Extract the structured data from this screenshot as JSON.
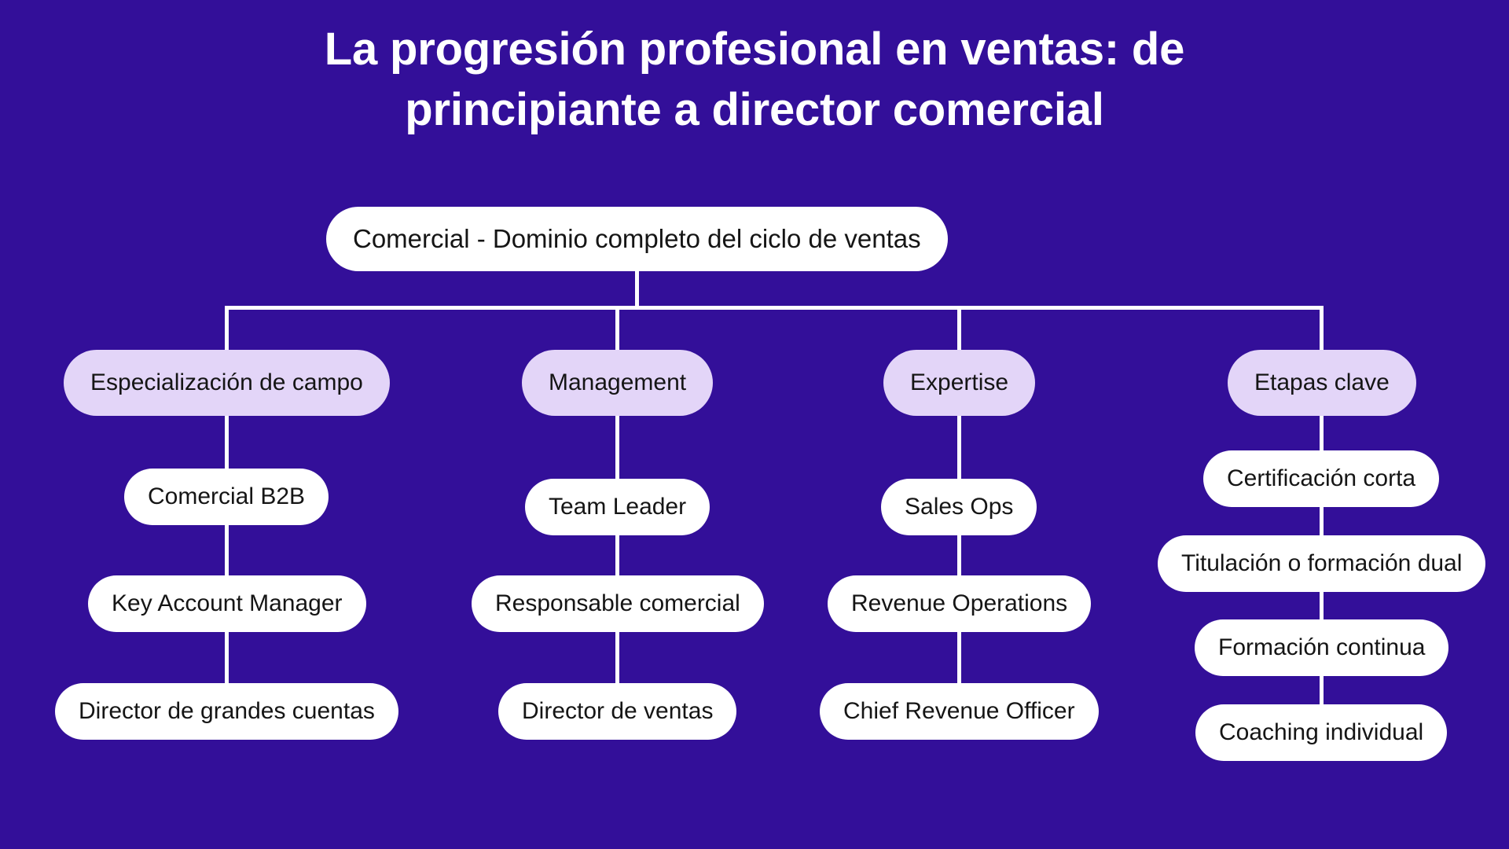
{
  "page": {
    "background_color": "#330F99",
    "node_color": "#FFFFFF",
    "category_color": "#E3D5F8",
    "text_color": "#151515",
    "connector_color": "#FFFFFF"
  },
  "title": {
    "line1": "La progresión profesional en ventas: de",
    "line2": "principiante a director comercial",
    "full": "La progresión profesional en ventas: de principiante a director comercial"
  },
  "root": {
    "label": "Comercial - Dominio completo del ciclo de ventas"
  },
  "branches": [
    {
      "label": "Especialización de campo",
      "leaves": [
        {
          "label": "Comercial B2B"
        },
        {
          "label": "Key Account Manager"
        },
        {
          "label": "Director de grandes cuentas"
        }
      ]
    },
    {
      "label": "Management",
      "leaves": [
        {
          "label": "Team Leader"
        },
        {
          "label": "Responsable comercial"
        },
        {
          "label": "Director de ventas"
        }
      ]
    },
    {
      "label": "Expertise",
      "leaves": [
        {
          "label": "Sales Ops"
        },
        {
          "label": "Revenue Operations"
        },
        {
          "label": "Chief Revenue Officer"
        }
      ]
    },
    {
      "label": "Etapas clave",
      "leaves": [
        {
          "label": "Certificación corta"
        },
        {
          "label": "Titulación o formación dual"
        },
        {
          "label": "Formación continua"
        },
        {
          "label": "Coaching individual"
        }
      ]
    }
  ]
}
